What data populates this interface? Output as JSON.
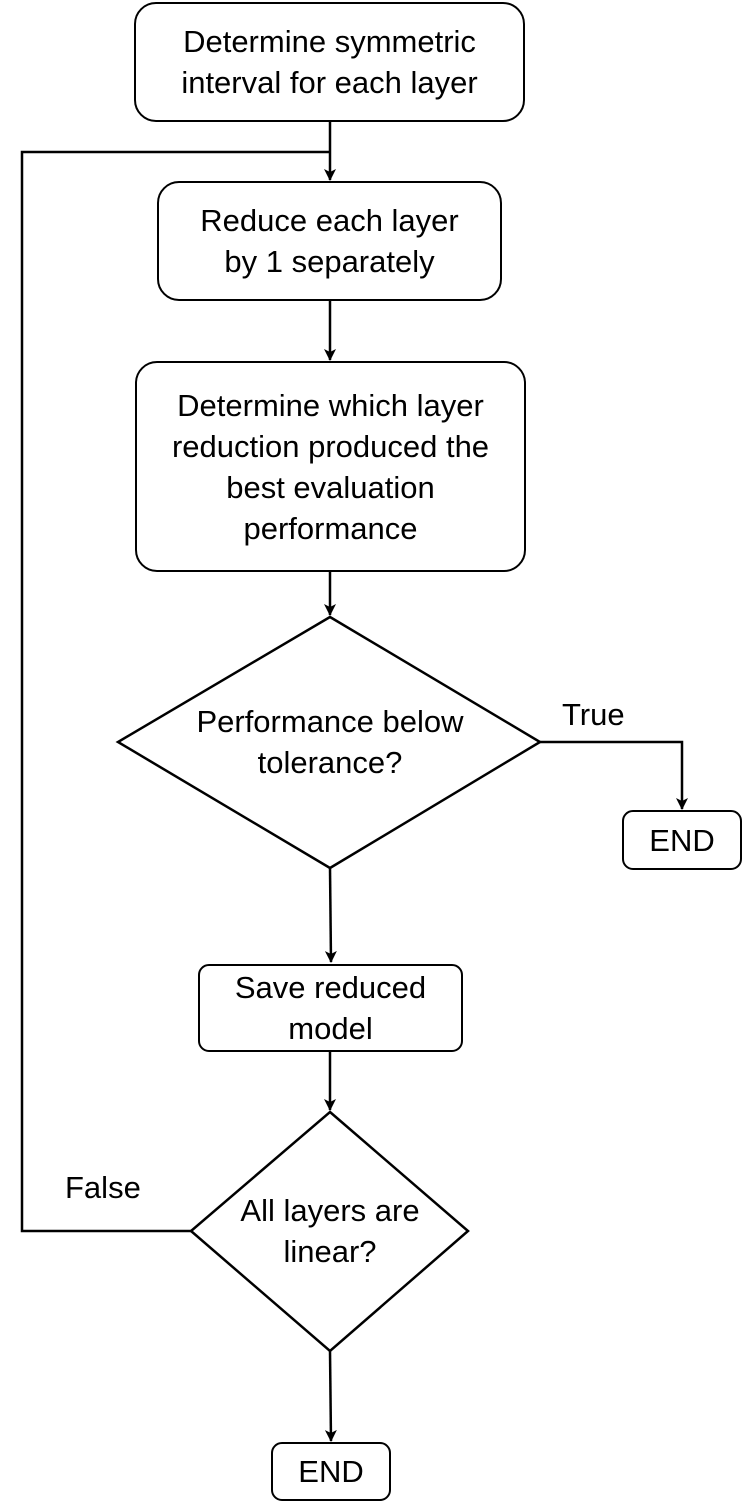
{
  "nodes": {
    "start": [
      "Determine symmetric",
      "interval for each layer"
    ],
    "reduce": [
      "Reduce each layer",
      "by 1 separately"
    ],
    "determine_best": [
      "Determine which layer",
      "reduction produced the",
      "best evaluation",
      "performance"
    ],
    "tolerance_decision": [
      "Performance below",
      "tolerance?"
    ],
    "end_right": [
      "END"
    ],
    "save": [
      "Save reduced",
      "model"
    ],
    "linear_decision": [
      "All layers are",
      "linear?"
    ],
    "end_bottom": [
      "END"
    ]
  },
  "edge_labels": {
    "true": "True",
    "false": "False"
  },
  "colors": {
    "stroke": "#000000",
    "fill": "#ffffff"
  }
}
